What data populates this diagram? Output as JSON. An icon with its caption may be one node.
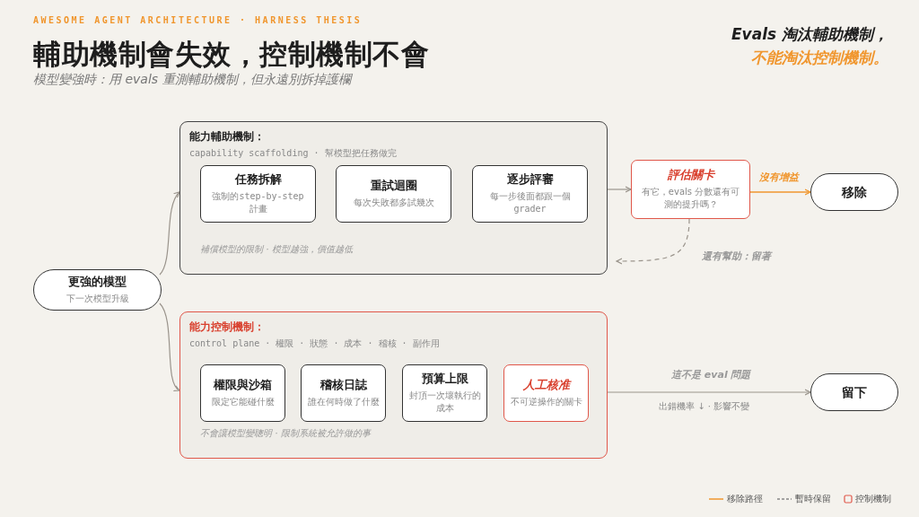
{
  "diagram": {
    "title": "輔助機制會失效，控制機制不會",
    "nodes": [
      {
        "text": [
          "更強的模型",
          "下一次模型升級"
        ]
      },
      {
        "text": [
          "能力輔助機制：",
          "capability scaffolding · 幫模型把任務做完",
          "補償模型的限制 · 模型越強，價值越低"
        ]
      },
      {
        "text": [
          "任務拆解",
          "強制的step-by-step 計畫"
        ],
        "in": 1
      },
      {
        "text": [
          "重試迴圈",
          "每次失敗都多試幾次"
        ],
        "in": 1
      },
      {
        "text": [
          "逐步評審",
          "每一步後面都跟一個 grader"
        ],
        "in": 1
      },
      {
        "text": [
          "評估關卡",
          "有它，evals 分數還有可測的提升嗎？"
        ]
      },
      {
        "text": [
          "移除"
        ]
      },
      {
        "text": [
          "能力控制機制：",
          "control plane · 權限 · 狀態 · 成本 · 稽核 · 副作用",
          "不會讓模型變聰明 · 限制系統被允許做的事"
        ]
      },
      {
        "text": [
          "權限與沙箱",
          "限定它能碰什麼"
        ],
        "in": 7
      },
      {
        "text": [
          "稽核日誌",
          "誰在何時做了什麼"
        ],
        "in": 7
      },
      {
        "text": [
          "預算上限",
          "封頂一次壞執行的成本"
        ],
        "in": 7
      },
      {
        "text": [
          "人工核准",
          "不可逆操作的關卡"
        ],
        "in": 7
      },
      {
        "text": [
          "留下"
        ]
      }
    ],
    "edges": [
      {
        "from": 0,
        "to": 1,
        "arrow": "to"
      },
      {
        "from": 0,
        "to": 7,
        "arrow": "to"
      },
      {
        "from": 1,
        "to": 5,
        "arrow": "to"
      },
      {
        "from": 5,
        "to": 6,
        "arrow": "to",
        "label": "沒有增益",
        "color": "#f0962e"
      },
      {
        "from": 5,
        "to": 1,
        "arrow": "to",
        "label": "還有幫助：留著",
        "style": "dashed"
      },
      {
        "from": 7,
        "to": 12,
        "arrow": "to",
        "label": "這不是 eval 問題"
      }
    ],
    "labels": [
      "AWESOME AGENT ARCHITECTURE · HARNESS THESIS",
      "模型變強時：用 evals 重測輔助機制，但永遠別拆掉護欄",
      "Evals 淘汰輔助機制，",
      "不能淘汰控制機制。",
      "出錯機率 ↓ · 影響不變"
    ],
    "legend": [
      {
        "text": "移除路徑"
      },
      {
        "text": "暫時保留"
      },
      {
        "text": "控制機制"
      }
    ]
  }
}
